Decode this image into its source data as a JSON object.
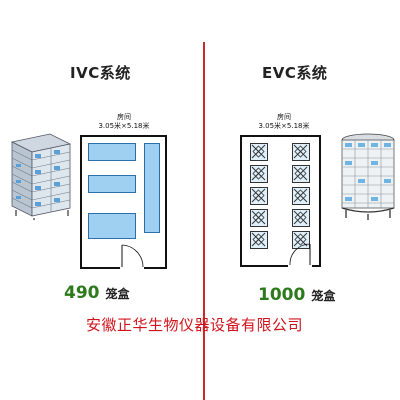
{
  "left": {
    "title": "IVC系统",
    "room_name": "房间",
    "room_size": "3.05米×5.18米",
    "count": "490",
    "unit": "笼盒",
    "equipment_icon": "ivc-rack-icon"
  },
  "right": {
    "title": "EVC系统",
    "room_name": "房间",
    "room_size": "3.05米×5.18米",
    "count": "1000",
    "unit": "笼盒",
    "equipment_icon": "evc-rotary-rack-icon"
  },
  "footer": {
    "company": "安徽正华生物仪器设备有限公司"
  },
  "colors": {
    "divider": "#cc2a2a",
    "count": "#2c7a1c",
    "company": "#d0141c",
    "rack_fill": "#9fd0f2"
  }
}
